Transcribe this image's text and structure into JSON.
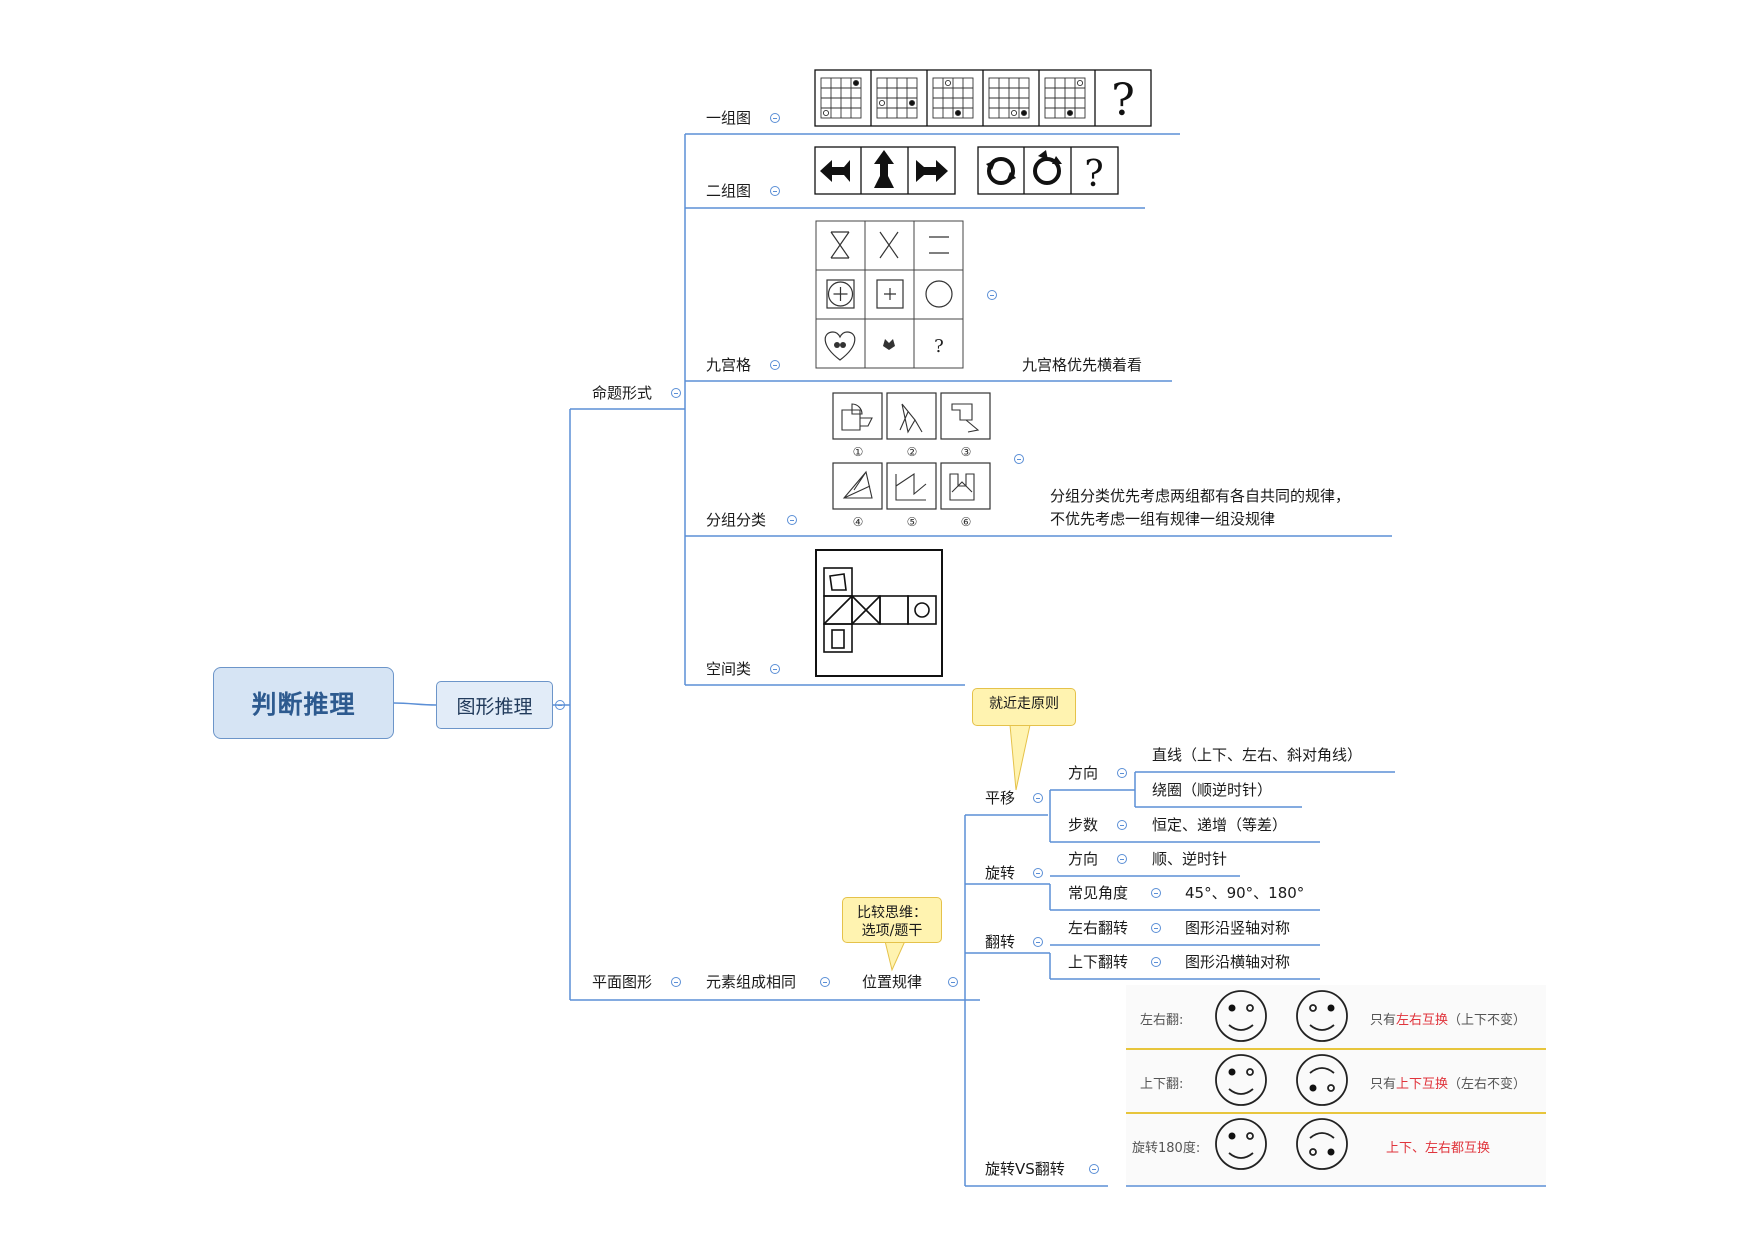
{
  "root": "判断推理",
  "sub": "图形推理",
  "branches": {
    "form": {
      "label": "命题形式",
      "items": {
        "g1": "一组图",
        "g2": "二组图",
        "g9": "九宫格",
        "g9_note": "九宫格优先横着看",
        "grp": "分组分类",
        "grp_note_1": "分组分类优先考虑两组都有各自共同的规律，",
        "grp_note_2": "不优先考虑一组有规律一组没规律",
        "space": "空间类"
      },
      "q": "?",
      "circled": [
        "①",
        "②",
        "③",
        "④",
        "⑤",
        "⑥"
      ]
    },
    "plane": {
      "label": "平面图形",
      "elem": "元素组成相同",
      "pos": "位置规律",
      "callout_compare": "比较思维：\n选项/题干",
      "translate": {
        "label": "平移",
        "callout": "就近走原则",
        "dir": "方向",
        "dir_a": "直线（上下、左右、斜对角线）",
        "dir_b": "绕圈（顺逆时针）",
        "steps": "步数",
        "steps_v": "恒定、递增（等差）"
      },
      "rotate": {
        "label": "旋转",
        "dir": "方向",
        "dir_v": "顺、逆时针",
        "angle": "常见角度",
        "angle_v": "45°、90°、180°"
      },
      "flip": {
        "label": "翻转",
        "lr": "左右翻转",
        "lr_v": "图形沿竖轴对称",
        "ud": "上下翻转",
        "ud_v": "图形沿横轴对称"
      },
      "vs": {
        "label": "旋转VS翻转",
        "rows": [
          {
            "key": "左右翻:",
            "pre": "只有",
            "red": "左右互换",
            "post": "（上下不变）"
          },
          {
            "key": "上下翻:",
            "pre": "只有",
            "red": "上下互换",
            "post": "（左右不变）"
          },
          {
            "key": "旋转180度:",
            "pre": "",
            "red": "上下、左右都互换",
            "post": ""
          }
        ]
      }
    }
  }
}
